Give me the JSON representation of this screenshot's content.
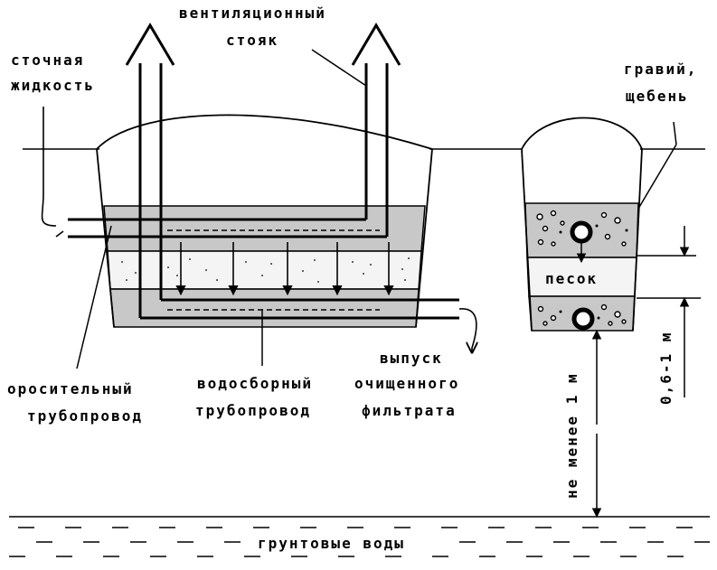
{
  "labels": {
    "wastewater": [
      "сточная",
      "жидкость"
    ],
    "vent_riser": [
      "вентиляционный",
      "стояк"
    ],
    "gravel": [
      "гравий,",
      "щебень"
    ],
    "irrigation_pipe": [
      "оросительный",
      "трубопровод"
    ],
    "collector_pipe": [
      "водосборный",
      "трубопровод"
    ],
    "outlet": [
      "выпуск",
      "очищенного",
      "фильтрата"
    ],
    "sand": "песок",
    "layer_thickness": "0,6-1 м",
    "min_depth": "не менее 1 м",
    "groundwater": "грунтовые воды"
  },
  "colors": {
    "line": "#000000",
    "gravel_fill": "#c8c8c8",
    "sand_fill": "#f4f4f4",
    "background": "#ffffff"
  }
}
